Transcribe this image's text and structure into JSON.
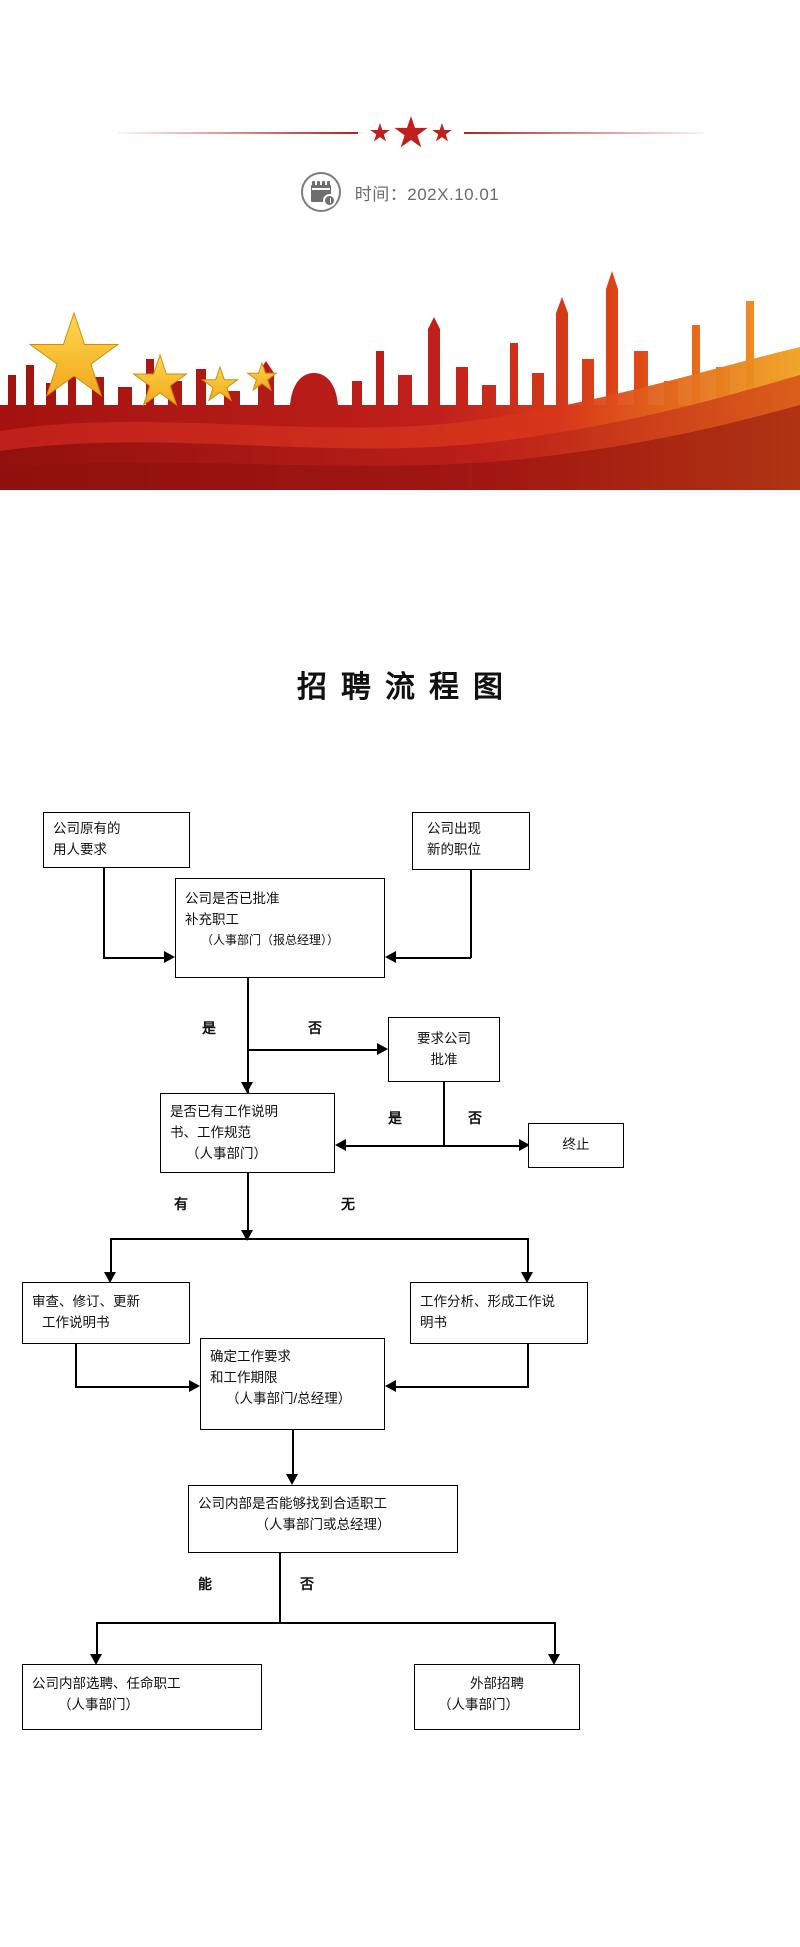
{
  "banner": {
    "stars_icon": "three-stars-ornament",
    "date_icon": "calendar-clock-icon",
    "date_text": "时间：202X.10.01",
    "skyline_icon": "city-skyline-silhouette",
    "accent_color": "#c0201c",
    "deep_red": "#9e1b18"
  },
  "title": "招聘流程图",
  "flow": {
    "nodes": [
      {
        "id": "n1",
        "name": "node-existing-requirement",
        "lines": [
          "公司原有的",
          "用人要求"
        ]
      },
      {
        "id": "n2",
        "name": "node-new-position",
        "lines": [
          "公司出现",
          "新的职位"
        ]
      },
      {
        "id": "n3",
        "name": "node-approval-check",
        "lines": [
          "公司是否已批准",
          "补充职工",
          "（人事部门（报总经理））"
        ]
      },
      {
        "id": "n4",
        "name": "node-request-approval",
        "lines": [
          "要求公司",
          "批准"
        ]
      },
      {
        "id": "n5",
        "name": "node-jobdesc-check",
        "lines": [
          "是否已有工作说明",
          "书、工作规范",
          "（人事部门）"
        ]
      },
      {
        "id": "n6",
        "name": "node-terminate",
        "lines": [
          "终止"
        ]
      },
      {
        "id": "n7",
        "name": "node-review-revise-update",
        "lines": [
          "审查、修订、更新",
          "工作说明书"
        ]
      },
      {
        "id": "n8",
        "name": "node-job-analysis",
        "lines": [
          "工作分析、形成工作说",
          "明书"
        ]
      },
      {
        "id": "n9",
        "name": "node-define-requirements",
        "lines": [
          "确定工作要求",
          "和工作期限",
          "（人事部门/总经理）"
        ]
      },
      {
        "id": "n10",
        "name": "node-internal-candidate",
        "lines": [
          "公司内部是否能够找到合适职工",
          "（人事部门或总经理）"
        ]
      },
      {
        "id": "n11",
        "name": "node-internal-hire",
        "lines": [
          "公司内部选聘、任命职工",
          "（人事部门）"
        ]
      },
      {
        "id": "n12",
        "name": "node-external-hire",
        "lines": [
          "外部招聘",
          "（人事部门）"
        ]
      }
    ],
    "labels": [
      {
        "name": "branch-label-yes-approval",
        "text": "是"
      },
      {
        "name": "branch-label-no-approval",
        "text": "否"
      },
      {
        "name": "branch-label-yes-approved",
        "text": "是"
      },
      {
        "name": "branch-label-no-approved",
        "text": "否"
      },
      {
        "name": "branch-label-has-jobdesc",
        "text": "有"
      },
      {
        "name": "branch-label-no-jobdesc",
        "text": "无"
      },
      {
        "name": "branch-label-can-internal",
        "text": "能"
      },
      {
        "name": "branch-label-cannot-internal",
        "text": "否"
      }
    ]
  }
}
